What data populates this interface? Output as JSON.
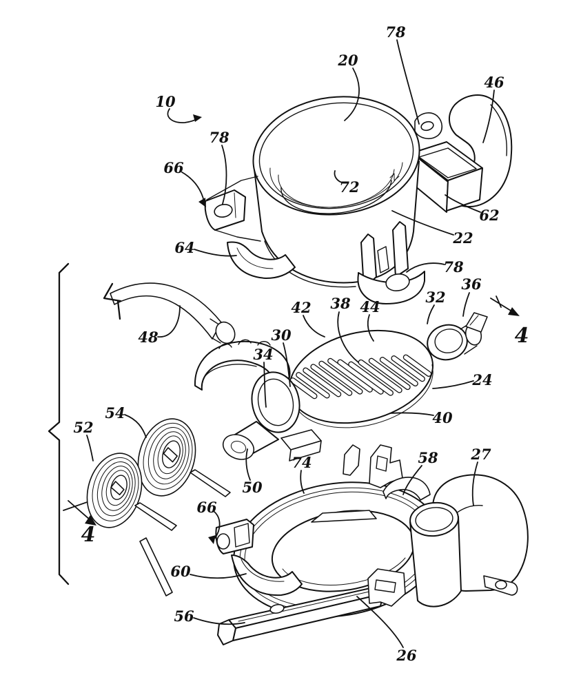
{
  "style": {
    "paper": "#ffffff",
    "ink": "#111111"
  },
  "figure": {
    "labels": [
      "10",
      "20",
      "78",
      "46",
      "78",
      "66",
      "72",
      "62",
      "22",
      "64",
      "78",
      "42",
      "38",
      "44",
      "32",
      "36",
      "4",
      "30",
      "34",
      "24",
      "40",
      "48",
      "52",
      "54",
      "4",
      "50",
      "74",
      "66",
      "58",
      "27",
      "60",
      "56",
      "26"
    ]
  }
}
